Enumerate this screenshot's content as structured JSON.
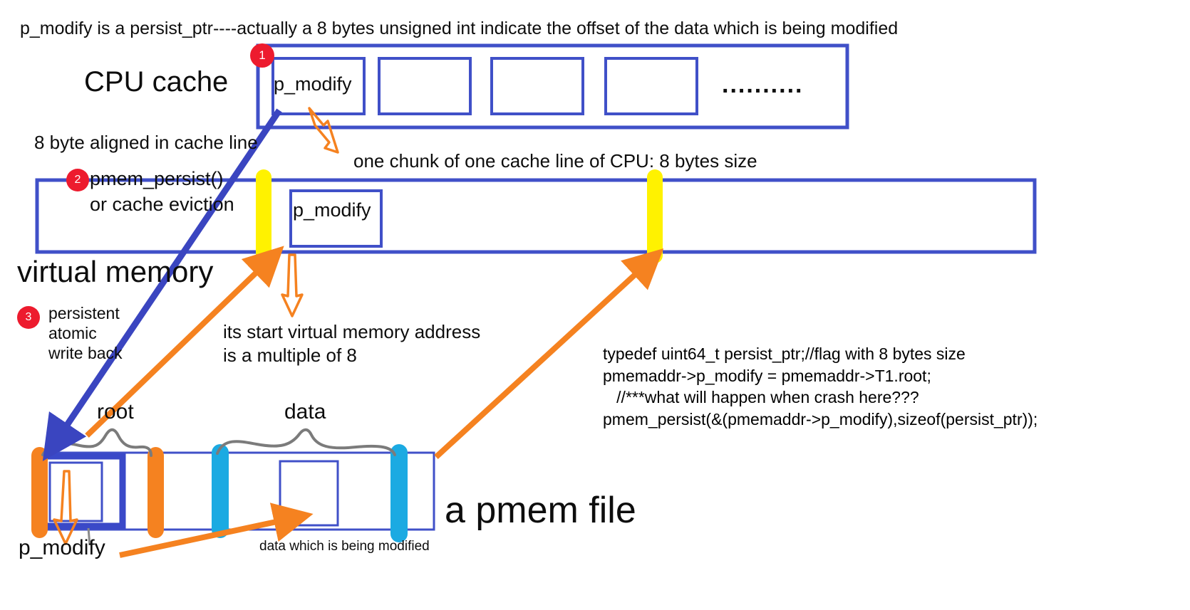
{
  "colors": {
    "outline_blue": "#4050C8",
    "thick_blue": "#3A49C8",
    "arrow_blue": "#3A45C0",
    "arrow_orange": "#F58220",
    "highlight_yellow": "#FFF200",
    "highlight_orange": "#F58220",
    "highlight_cyan": "#1BAAE2",
    "badge_red": "#ED1B2E",
    "brace_gray": "#7B7B7B",
    "text_black": "#0D0D0D",
    "background": "#FFFFFF"
  },
  "header": {
    "title": "p_modify is a persist_ptr----actually a 8 bytes unsigned int indicate the offset of the data which is being modified"
  },
  "cpu_cache": {
    "label": "CPU cache",
    "chunk_label": "p_modify",
    "ellipsis": "..........",
    "badge": "1",
    "note_aligned": "8 byte aligned in cache line",
    "note_chunk": "one chunk of one cache line of CPU: 8 bytes size"
  },
  "virtual_memory": {
    "label": "virtual memory",
    "chunk_label": "p_modify",
    "badge": "2",
    "step_line1": "pmem_persist()",
    "step_line2": "or cache eviction",
    "note_align8_line1": "its start virtual memory address",
    "note_align8_line2": "is a multiple of 8"
  },
  "persist_step": {
    "badge": "3",
    "line1": "persistent",
    "line2": "atomic",
    "line3": "write back"
  },
  "pmem_file": {
    "label": "a pmem file",
    "brace_root": "root",
    "brace_data": "data",
    "p_modify_label": "p_modify",
    "data_modified_label": "data which is being modified"
  },
  "code": {
    "lines": [
      "typedef uint64_t persist_ptr;//flag with 8 bytes size",
      "pmemaddr->p_modify = pmemaddr->T1.root;",
      "   //***what will happen when crash here???",
      "pmem_persist(&(pmemaddr->p_modify),sizeof(persist_ptr));"
    ]
  }
}
